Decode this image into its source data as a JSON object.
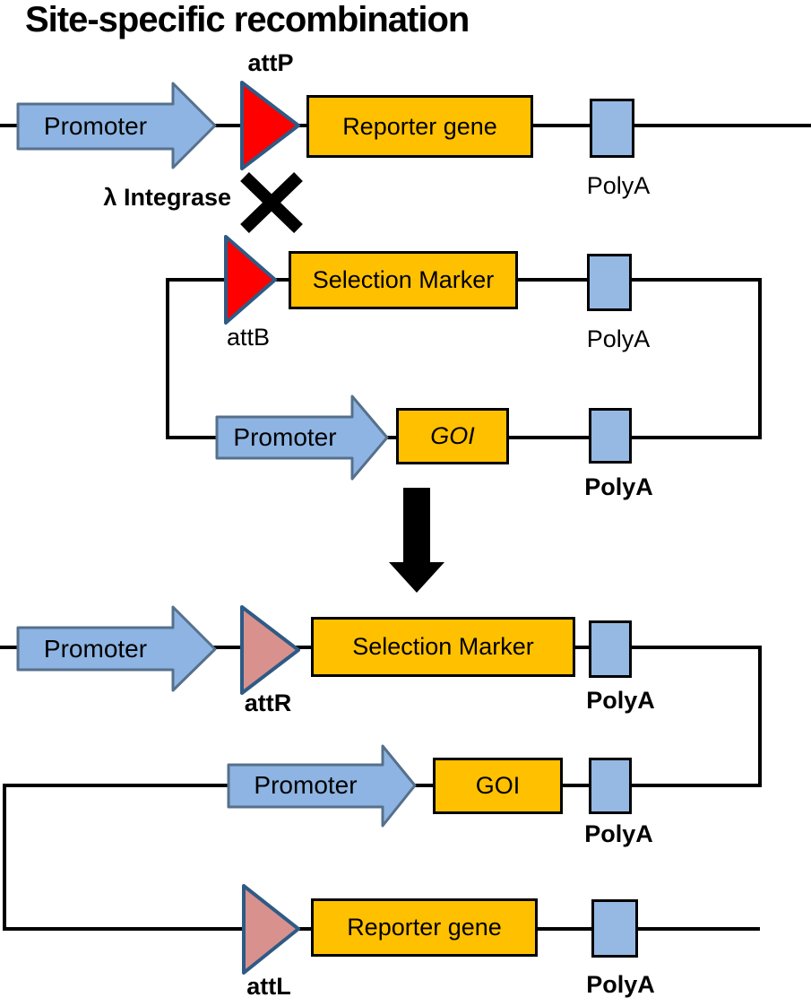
{
  "title": "Site-specific recombination",
  "top_construct": {
    "promoter": "Promoter",
    "att_site": "attP",
    "gene": "Reporter gene",
    "polya": "PolyA"
  },
  "enzyme": {
    "label": "λ Integrase"
  },
  "donor_plasmid": {
    "att_site": "attB",
    "selection_marker": "Selection Marker",
    "polya_1": "PolyA",
    "promoter": "Promoter",
    "goi": "GOI",
    "polya_2": "PolyA"
  },
  "result_construct": {
    "row1": {
      "promoter": "Promoter",
      "att_site": "attR",
      "gene": "Selection Marker",
      "polya": "PolyA"
    },
    "row2": {
      "promoter": "Promoter",
      "gene": "GOI",
      "polya": "PolyA"
    },
    "row3": {
      "att_site": "attL",
      "gene": "Reporter gene",
      "polya": "PolyA"
    }
  },
  "colors": {
    "promoter_fill": "#8DB4E2",
    "promoter_stroke": "#56708C",
    "att_hot_fill": "#FE0000",
    "att_cool_fill": "#D9918E",
    "att_stroke": "#2E5B85",
    "gene_fill": "#FFC000",
    "polya_fill": "#95B9E3",
    "line_color": "#000000"
  }
}
